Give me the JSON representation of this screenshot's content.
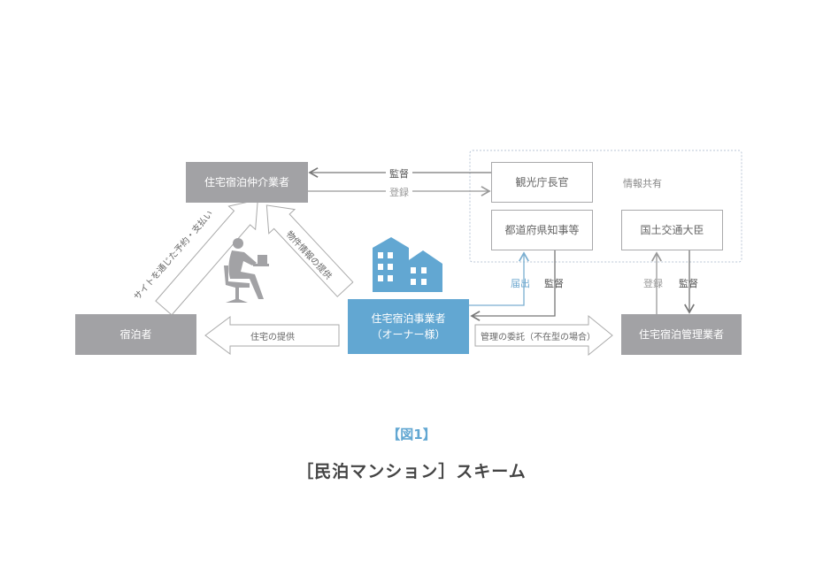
{
  "nodes": {
    "broker": "住宅宿泊仲介業者",
    "tourism": "観光庁長官",
    "prefecture": "都道府県知事等",
    "mlit": "国土交通大臣",
    "guest": "宿泊者",
    "operator": "住宅宿泊事業者",
    "operator_sub": "（オーナー様）",
    "manager": "住宅宿泊管理業者"
  },
  "labels": {
    "supervise_top": "監督",
    "register_top": "登録",
    "info_share": "情報共有",
    "notify": "届出",
    "supervise_pref": "監督",
    "register_mlit": "登録",
    "supervise_mlit": "監督",
    "reserve": "サイトを通じた予約・支払い",
    "property_info": "物件情報の提供",
    "provide_house": "住宅の提供",
    "entrust": "管理の委託（不在型の場合）"
  },
  "caption": {
    "figure": "【図1】",
    "title": "［民泊マンション］スキーム"
  },
  "colors": {
    "gray": "#a2a2a5",
    "blue": "#62a7d2"
  }
}
